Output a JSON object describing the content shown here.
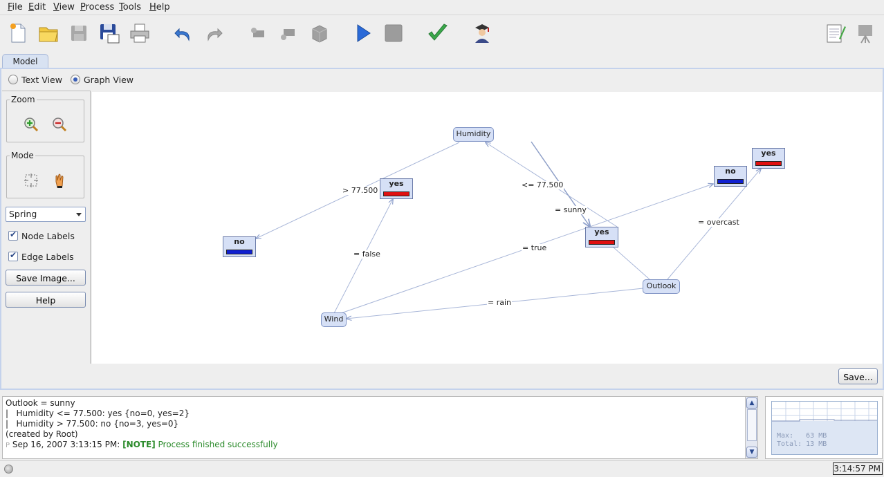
{
  "menu": [
    "File",
    "Edit",
    "View",
    "Process",
    "Tools",
    "Help"
  ],
  "tabs": [
    "Model"
  ],
  "view_options": {
    "text_view": "Text View",
    "graph_view": "Graph View",
    "selected": "graph_view"
  },
  "side_panel": {
    "zoom_label": "Zoom",
    "mode_label": "Mode",
    "layout_value": "Spring",
    "node_labels": "Node Labels",
    "node_labels_checked": true,
    "edge_labels": "Edge Labels",
    "edge_labels_checked": true,
    "save_image": "Save Image...",
    "help": "Help"
  },
  "graph": {
    "nodes": {
      "humidity": "Humidity",
      "outlook": "Outlook",
      "wind": "Wind",
      "leaf_yes_a": "yes",
      "leaf_no_a": "no",
      "leaf_yes_b": "yes",
      "leaf_no_b": "no",
      "leaf_yes_c": "yes"
    },
    "edges": {
      "gt": "> 77.500",
      "le": "<= 77.500",
      "sunny": "= sunny",
      "overcast": "= overcast",
      "true": "= true",
      "false": "= false",
      "rain": "= rain"
    },
    "colors": {
      "yes": "#e01010",
      "no": "#1020d0",
      "node": "#d6e0f6",
      "edge": "#a8b6d8"
    }
  },
  "save_button": "Save...",
  "log": {
    "lines": [
      "Outlook = sunny",
      "|   Humidity <= 77.500: yes {no=0, yes=2}",
      "|   Humidity > 77.500: no {no=3, yes=0}",
      "(created by Root)"
    ],
    "last_prefix": "P",
    "last_timestamp": "Sep 16, 2007 3:13:15 PM:",
    "last_tag": "[NOTE]",
    "last_message": "Process finished successfully"
  },
  "memory": {
    "max": "Max:   63 MB",
    "total": "Total: 13 MB"
  },
  "status": {
    "clock": "3:14:57 PM"
  }
}
